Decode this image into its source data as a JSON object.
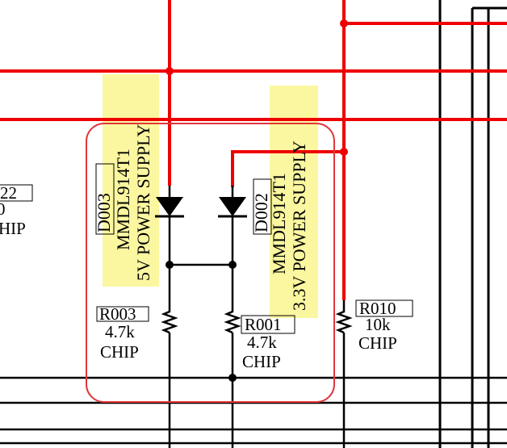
{
  "colors": {
    "wire": "#000000",
    "power_net": "#ee0000",
    "highlight": "#fbf7a0",
    "selection": "#e0363b",
    "background": "#ffffff"
  },
  "components": {
    "d003": {
      "ref": "D003",
      "part": "MMDL914T1",
      "note": "5V POWER SUPPLY"
    },
    "d002": {
      "ref": "D002",
      "part": "MMDL914T1",
      "note": "3.3V POWER SUPPLY"
    },
    "r003": {
      "ref": "R003",
      "value": "4.7k",
      "pkg": "CHIP"
    },
    "r001": {
      "ref": "R001",
      "value": "4.7k",
      "pkg": "CHIP"
    },
    "r010": {
      "ref": "R010",
      "value": "10k",
      "pkg": "CHIP"
    },
    "left_partial": {
      "ref": "22",
      "value": "0",
      "pkg": "HIP"
    }
  }
}
